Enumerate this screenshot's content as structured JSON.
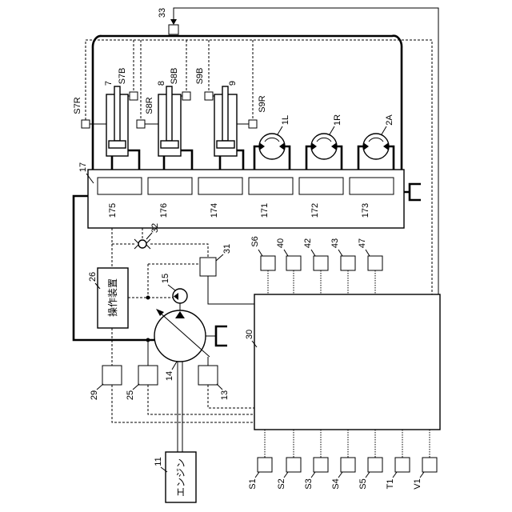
{
  "pressure_sensor_top": "33",
  "cylinder_sensors": {
    "s7r": "S7R",
    "s7b": "S7B",
    "s8r": "S8R",
    "s8b": "S8B",
    "s9b": "S9B",
    "s9r": "S9R"
  },
  "cylinders": [
    "7",
    "8",
    "9"
  ],
  "motors": [
    "1L",
    "1R",
    "2A"
  ],
  "control_valve": {
    "label": "17",
    "spools": [
      "175",
      "176",
      "174",
      "171",
      "172",
      "173"
    ]
  },
  "shuttle_valve": "32",
  "pilot_pressure_sensor": "31",
  "operating_device": {
    "label": "26",
    "text": "操作装置"
  },
  "pilot_pump": "15",
  "main_pump": "14",
  "engine": {
    "label": "11",
    "text": "エンジン"
  },
  "pump_sensors": [
    "29",
    "25",
    "13"
  ],
  "controller": "30",
  "upper_inputs": [
    "S6",
    "40",
    "42",
    "43",
    "47"
  ],
  "lower_inputs": [
    "S1",
    "S2",
    "S3",
    "S4",
    "S5",
    "T1",
    "V1"
  ]
}
